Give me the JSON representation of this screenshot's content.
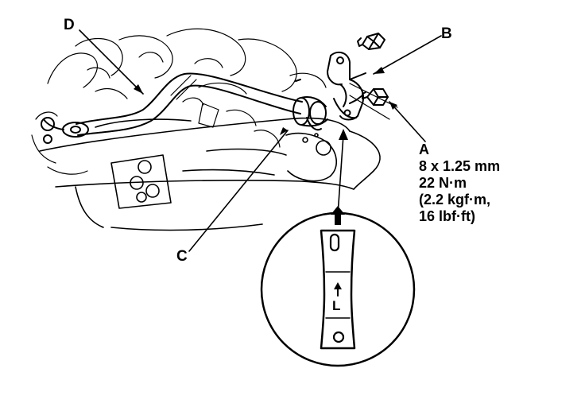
{
  "labels": {
    "a": "A",
    "b": "B",
    "c": "C",
    "d": "D"
  },
  "spec": {
    "size": "8 x 1.25 mm",
    "torque_nm": "22 N·m",
    "torque_kgf": "(2.2 kgf·m,",
    "torque_lbf": "16 lbf·ft)"
  },
  "detail": {
    "mark_letter": "L"
  },
  "icons": [
    "stabilizer-bar",
    "bushing",
    "bushing-holder",
    "flange-bolt",
    "arrow-up-icon",
    "magnify-circle"
  ]
}
